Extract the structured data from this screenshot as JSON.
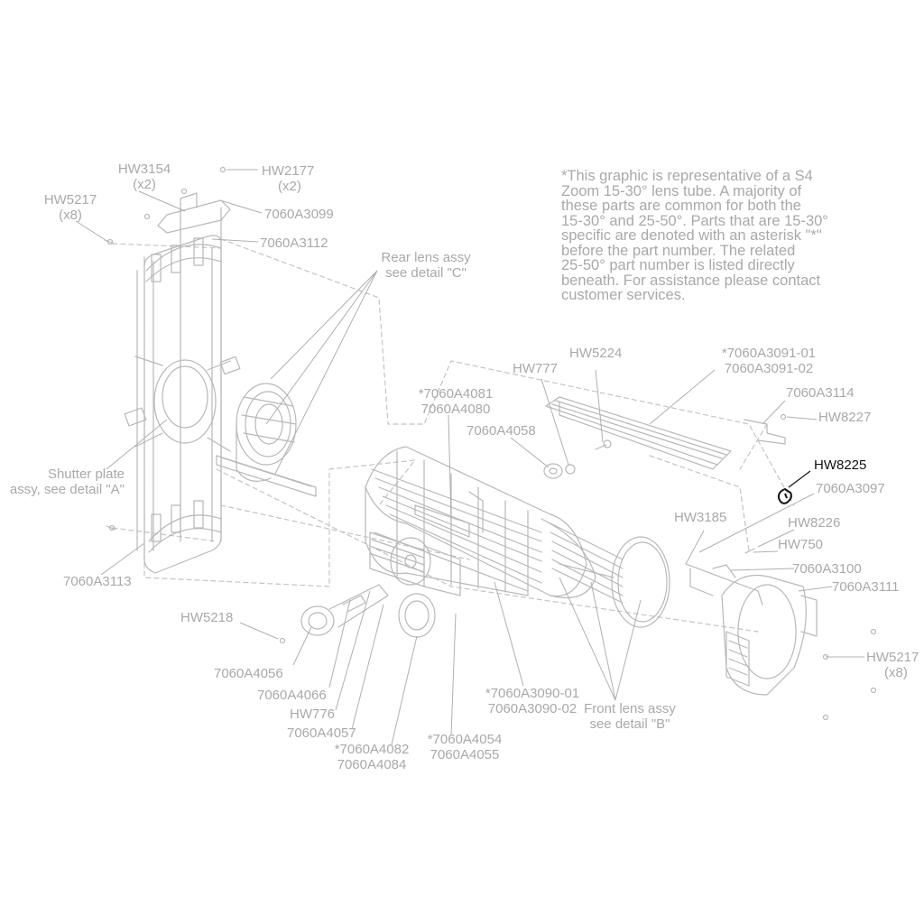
{
  "note_lines": [
    "*This graphic is representative of a S4",
    "Zoom 15-30° lens tube. A majority of",
    "these parts are common for both the",
    "15-30° and 25-50°. Parts that are 15-30°",
    "specific are denoted with an asterisk \"*\"",
    "before the part number. The related",
    "25-50° part number is listed directly",
    "beneath.  For assistance please contact",
    "customer services."
  ],
  "labels": {
    "hw3154": [
      "HW3154",
      "(x2)"
    ],
    "hw2177": [
      "HW2177",
      "(x2)"
    ],
    "hw5217_left": [
      "HW5217",
      "(x8)"
    ],
    "p7060a3099": [
      "7060A3099"
    ],
    "p7060a3112": [
      "7060A3112"
    ],
    "rear_lens": [
      "Rear lens assy",
      "see detail \"C\""
    ],
    "shutter_plate": [
      "Shutter plate",
      "assy, see detail \"A\""
    ],
    "p7060a3113": [
      "7060A3113"
    ],
    "hw5218": [
      "HW5218"
    ],
    "p7060a4056": [
      "7060A4056"
    ],
    "p7060a4066": [
      "7060A4066"
    ],
    "hw776": [
      "HW776"
    ],
    "p7060a4057": [
      "7060A4057"
    ],
    "p7060a4082": [
      "*7060A4082",
      "7060A4084"
    ],
    "p7060a4054": [
      "*7060A4054",
      "7060A4055"
    ],
    "p7060a3090": [
      "*7060A3090-01",
      "7060A3090-02"
    ],
    "front_lens": [
      "Front lens assy",
      "see detail \"B\""
    ],
    "p7060a4081": [
      "*7060A4081",
      "7060A4080"
    ],
    "p7060a4058": [
      "7060A4058"
    ],
    "hw777": [
      "HW777"
    ],
    "hw5224": [
      "HW5224"
    ],
    "p7060a3091": [
      "*7060A3091-01",
      "7060A3091-02"
    ],
    "p7060a3114": [
      "7060A3114"
    ],
    "hw8227": [
      "HW8227"
    ],
    "hw8225": [
      "HW8225"
    ],
    "p7060a3097": [
      "7060A3097"
    ],
    "hw3185": [
      "HW3185"
    ],
    "hw8226": [
      "HW8226"
    ],
    "hw750": [
      "HW750"
    ],
    "p7060a3100": [
      "7060A3100"
    ],
    "p7060a3111": [
      "7060A3111"
    ],
    "hw5217_right": [
      "HW5217",
      "(x8)"
    ]
  },
  "highlighted_part": "HW8225",
  "colors": {
    "line": "#b5b5b5",
    "label": "#a9a9a9",
    "highlight": "#111111",
    "background": "#ffffff"
  }
}
